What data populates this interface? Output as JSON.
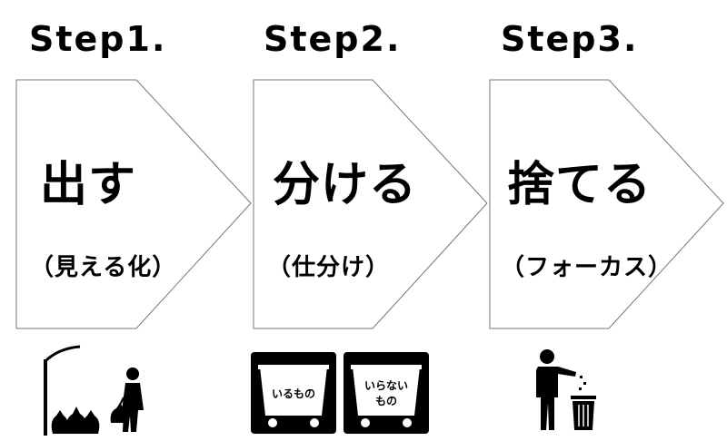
{
  "steps": [
    {
      "label": "Step1.",
      "main": "出す",
      "sub": "（見える化）"
    },
    {
      "label": "Step2.",
      "main": "分ける",
      "sub": "（仕分け）"
    },
    {
      "label": "Step3.",
      "main": "捨てる",
      "sub": "（フォーカス）"
    }
  ],
  "bins": {
    "keep": "いるもの",
    "discard_line1": "いらない",
    "discard_line2": "もの"
  },
  "colors": {
    "stroke": "#777777",
    "ink": "#000000",
    "background": "#ffffff"
  },
  "icons": [
    "garbage-collection-icon",
    "sorting-bins-icon",
    "person-throwing-trash-icon"
  ]
}
